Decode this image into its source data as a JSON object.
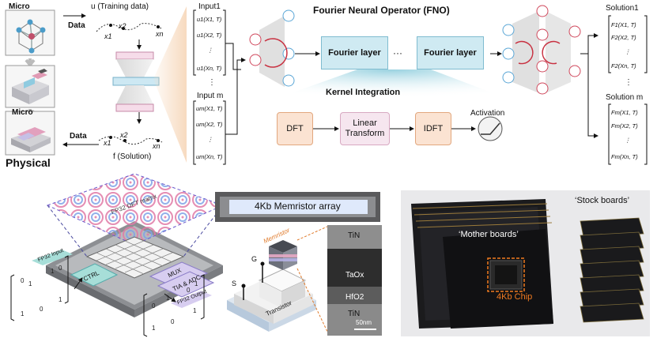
{
  "top_left": {
    "micro_label_top": "Micro",
    "micro_label_bottom": "Micro",
    "physical_label": "Physical",
    "data_label_top": "Data",
    "data_label_bottom": "Data",
    "training_data_label": "u (Training data)",
    "solution_label": "f (Solution)",
    "x_labels_top": [
      "x1",
      "x2",
      "xn"
    ],
    "x_labels_bottom": [
      "x1",
      "x2",
      "xn"
    ]
  },
  "fno": {
    "title": "Fourier Neural Operator (FNO)",
    "input1_label": "Input1",
    "input1_items": [
      "u1(X1, T)",
      "u1(X2, T)",
      "⋮",
      "u1(Xn, T)"
    ],
    "inputm_label": "Input m",
    "inputm_items": [
      "um(X1, T)",
      "um(X2, T)",
      "⋮",
      "um(Xn, T)"
    ],
    "fourier_layer_1": "Fourier layer",
    "fourier_layer_2": "Fourier layer",
    "ellipsis": "···",
    "kernel_integration": "Kernel Integration",
    "dft": "DFT",
    "linear_transform": "Linear Transform",
    "idft": "IDFT",
    "activation": "Activation",
    "solution1_label": "Solution1",
    "solution1_items": [
      "F1(X1, T)",
      "F2(X2, T)",
      "⋮",
      "F2(Xn, T)"
    ],
    "solutionm_label": "Solution m",
    "solutionm_items": [
      "Fm(X1, T)",
      "Fm(X2, T)",
      "⋮",
      "Fm(Xn, T)"
    ]
  },
  "chip_diagram": {
    "dft_matrix_label": "FP32 DFT matrix",
    "ctrl_label": "CTRL",
    "mux_label": "MUX",
    "tia_adc_label": "TIA & ADC",
    "fp32_input": "FP32 Input",
    "fp32_output": "FP32 Output"
  },
  "memristor": {
    "array_label": "4Kb Memristor array",
    "memristor_label": "Memristor",
    "transistor_label": "Transistor",
    "g_label": "G",
    "s_label": "S",
    "tin_top": "TiN",
    "taox": "TaOx",
    "hfo2": "HfO2",
    "tin_bottom": "TiN",
    "scale_bar": "50nm"
  },
  "photo": {
    "mother_boards": "‘Mother boards’",
    "stock_boards": "‘Stock boards’",
    "chip_label": "4Kb Chip"
  },
  "colors": {
    "fourier_fill": "#cfeaf2",
    "orange_fill": "#fbe3d2",
    "pink_fill": "#f6e6ef",
    "chip_label": "#f07a20",
    "neuron_red": "#d0485c",
    "neuron_blue": "#5aa6d6"
  }
}
